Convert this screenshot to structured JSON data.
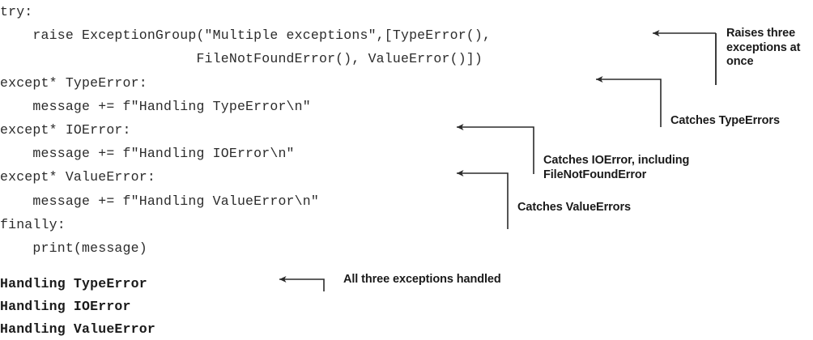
{
  "code": {
    "language": "python",
    "lines": [
      "try:",
      "    raise ExceptionGroup(\"Multiple exceptions\",[TypeError(),",
      "                        FileNotFoundError(), ValueError()])",
      "except* TypeError:",
      "    message += f\"Handling TypeError\\n\"",
      "except* IOError:",
      "    message += f\"Handling IOError\\n\"",
      "except* ValueError:",
      "    message += f\"Handling ValueError\\n\"",
      "finally:",
      "    print(message)"
    ]
  },
  "output": {
    "lines": [
      "Handling TypeError",
      "Handling IOError",
      "Handling ValueError"
    ]
  },
  "callouts": [
    {
      "id": "raises-three-exceptions-at-once",
      "text": "Raises three\nexceptions at\nonce"
    },
    {
      "id": "catches-typeerrors",
      "text": "Catches TypeErrors"
    },
    {
      "id": "catches-ioerror-including-filenotfounderror",
      "text": "Catches IOError, including\nFileNotFoundError"
    },
    {
      "id": "catches-valueerrors",
      "text": "Catches ValueErrors"
    },
    {
      "id": "all-three-exceptions-handled",
      "text": "All three exceptions handled"
    }
  ],
  "colors": {
    "background": "#ffffff",
    "code_text": "#2b2b2b",
    "output_text": "#1a1a1a",
    "callout_text": "#1a1a1a",
    "leader_line": "#2b2b2b"
  }
}
